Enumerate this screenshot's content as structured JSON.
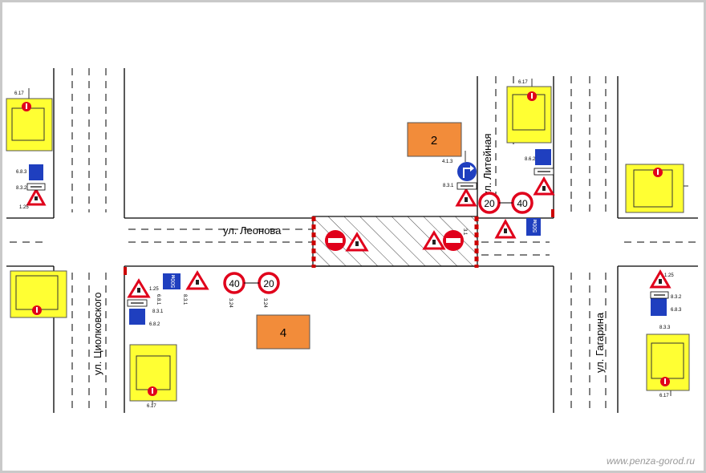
{
  "streets": {
    "leonova": "ул. Леонова",
    "liteynaya": "ул. Литейная",
    "tsiolkovskogo": "ул. Циолковского",
    "gagarina": "ул. Гагарина"
  },
  "buildings": {
    "b2": "2",
    "b4": "4"
  },
  "signs": {
    "speed20": "20",
    "speed40": "40",
    "dist500": "500м",
    "code_1_25": "1.25",
    "code_3_1": "3.1",
    "code_3_24": "3.24",
    "code_4_1_3": "4.1.3",
    "code_8_3_1": "8.3.1",
    "code_8_3_2": "8.3.2",
    "code_8_3_3": "8.3.3",
    "code_8_6_2": "8.6.2",
    "code_6_8_1": "6.8.1",
    "code_6_8_2": "6.8.2",
    "code_6_8_3": "6.8.3",
    "code_6_17": "6.17"
  },
  "colors": {
    "road_line": "#000000",
    "building": "#f28c3a",
    "detour_panel": "#ffff33",
    "sign_red": "#e0001b",
    "sign_blue": "#1f3fbf",
    "repair_zone_hatch": "#444444"
  },
  "watermark": "www.penza-gorod.ru"
}
